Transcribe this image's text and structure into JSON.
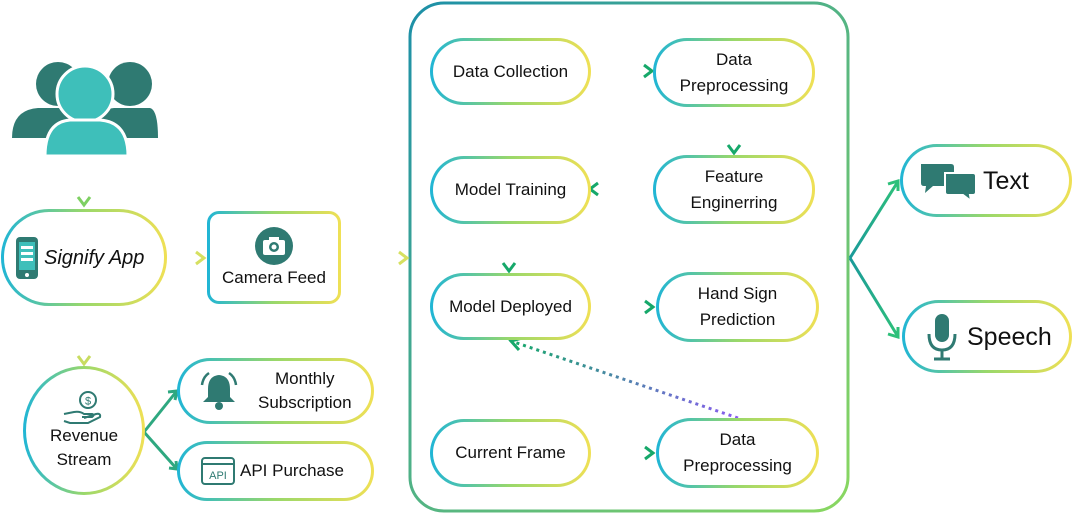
{
  "colors": {
    "teal_dark": "#2f7a72",
    "teal_light": "#3ebfba",
    "gradient_a": "#1fb5d6",
    "gradient_b": "#f0e055",
    "purple": "#8a5cf0",
    "green": "#16a86a"
  },
  "users": {
    "icon": "users-group-icon"
  },
  "app": {
    "label": "Signify App",
    "icon": "mobile-phone-icon"
  },
  "camera": {
    "label": "Camera Feed",
    "icon": "camera-icon"
  },
  "revenue": {
    "label_1": "Revenue",
    "label_2": "Stream",
    "icon": "money-hand-icon"
  },
  "monthly": {
    "label_1": "Monthly",
    "label_2": "Subscription",
    "icon": "bell-icon"
  },
  "api": {
    "label": "API Purchase",
    "icon": "api-icon"
  },
  "pipeline": {
    "data_collection": "Data Collection",
    "data_preprocessing_1": "Data",
    "data_preprocessing_2": "Preprocessing",
    "feature_1": "Feature",
    "feature_2": "Enginerring",
    "model_training": "Model Training",
    "model_deployed": "Model Deployed",
    "hand_sign_1": "Hand Sign",
    "hand_sign_2": "Prediction",
    "current_frame": "Current Frame",
    "data_pre2_1": "Data",
    "data_pre2_2": "Preprocessing"
  },
  "outputs": {
    "text": "Text",
    "text_icon": "chat-bubbles-icon",
    "speech": "Speech",
    "speech_icon": "microphone-icon"
  }
}
